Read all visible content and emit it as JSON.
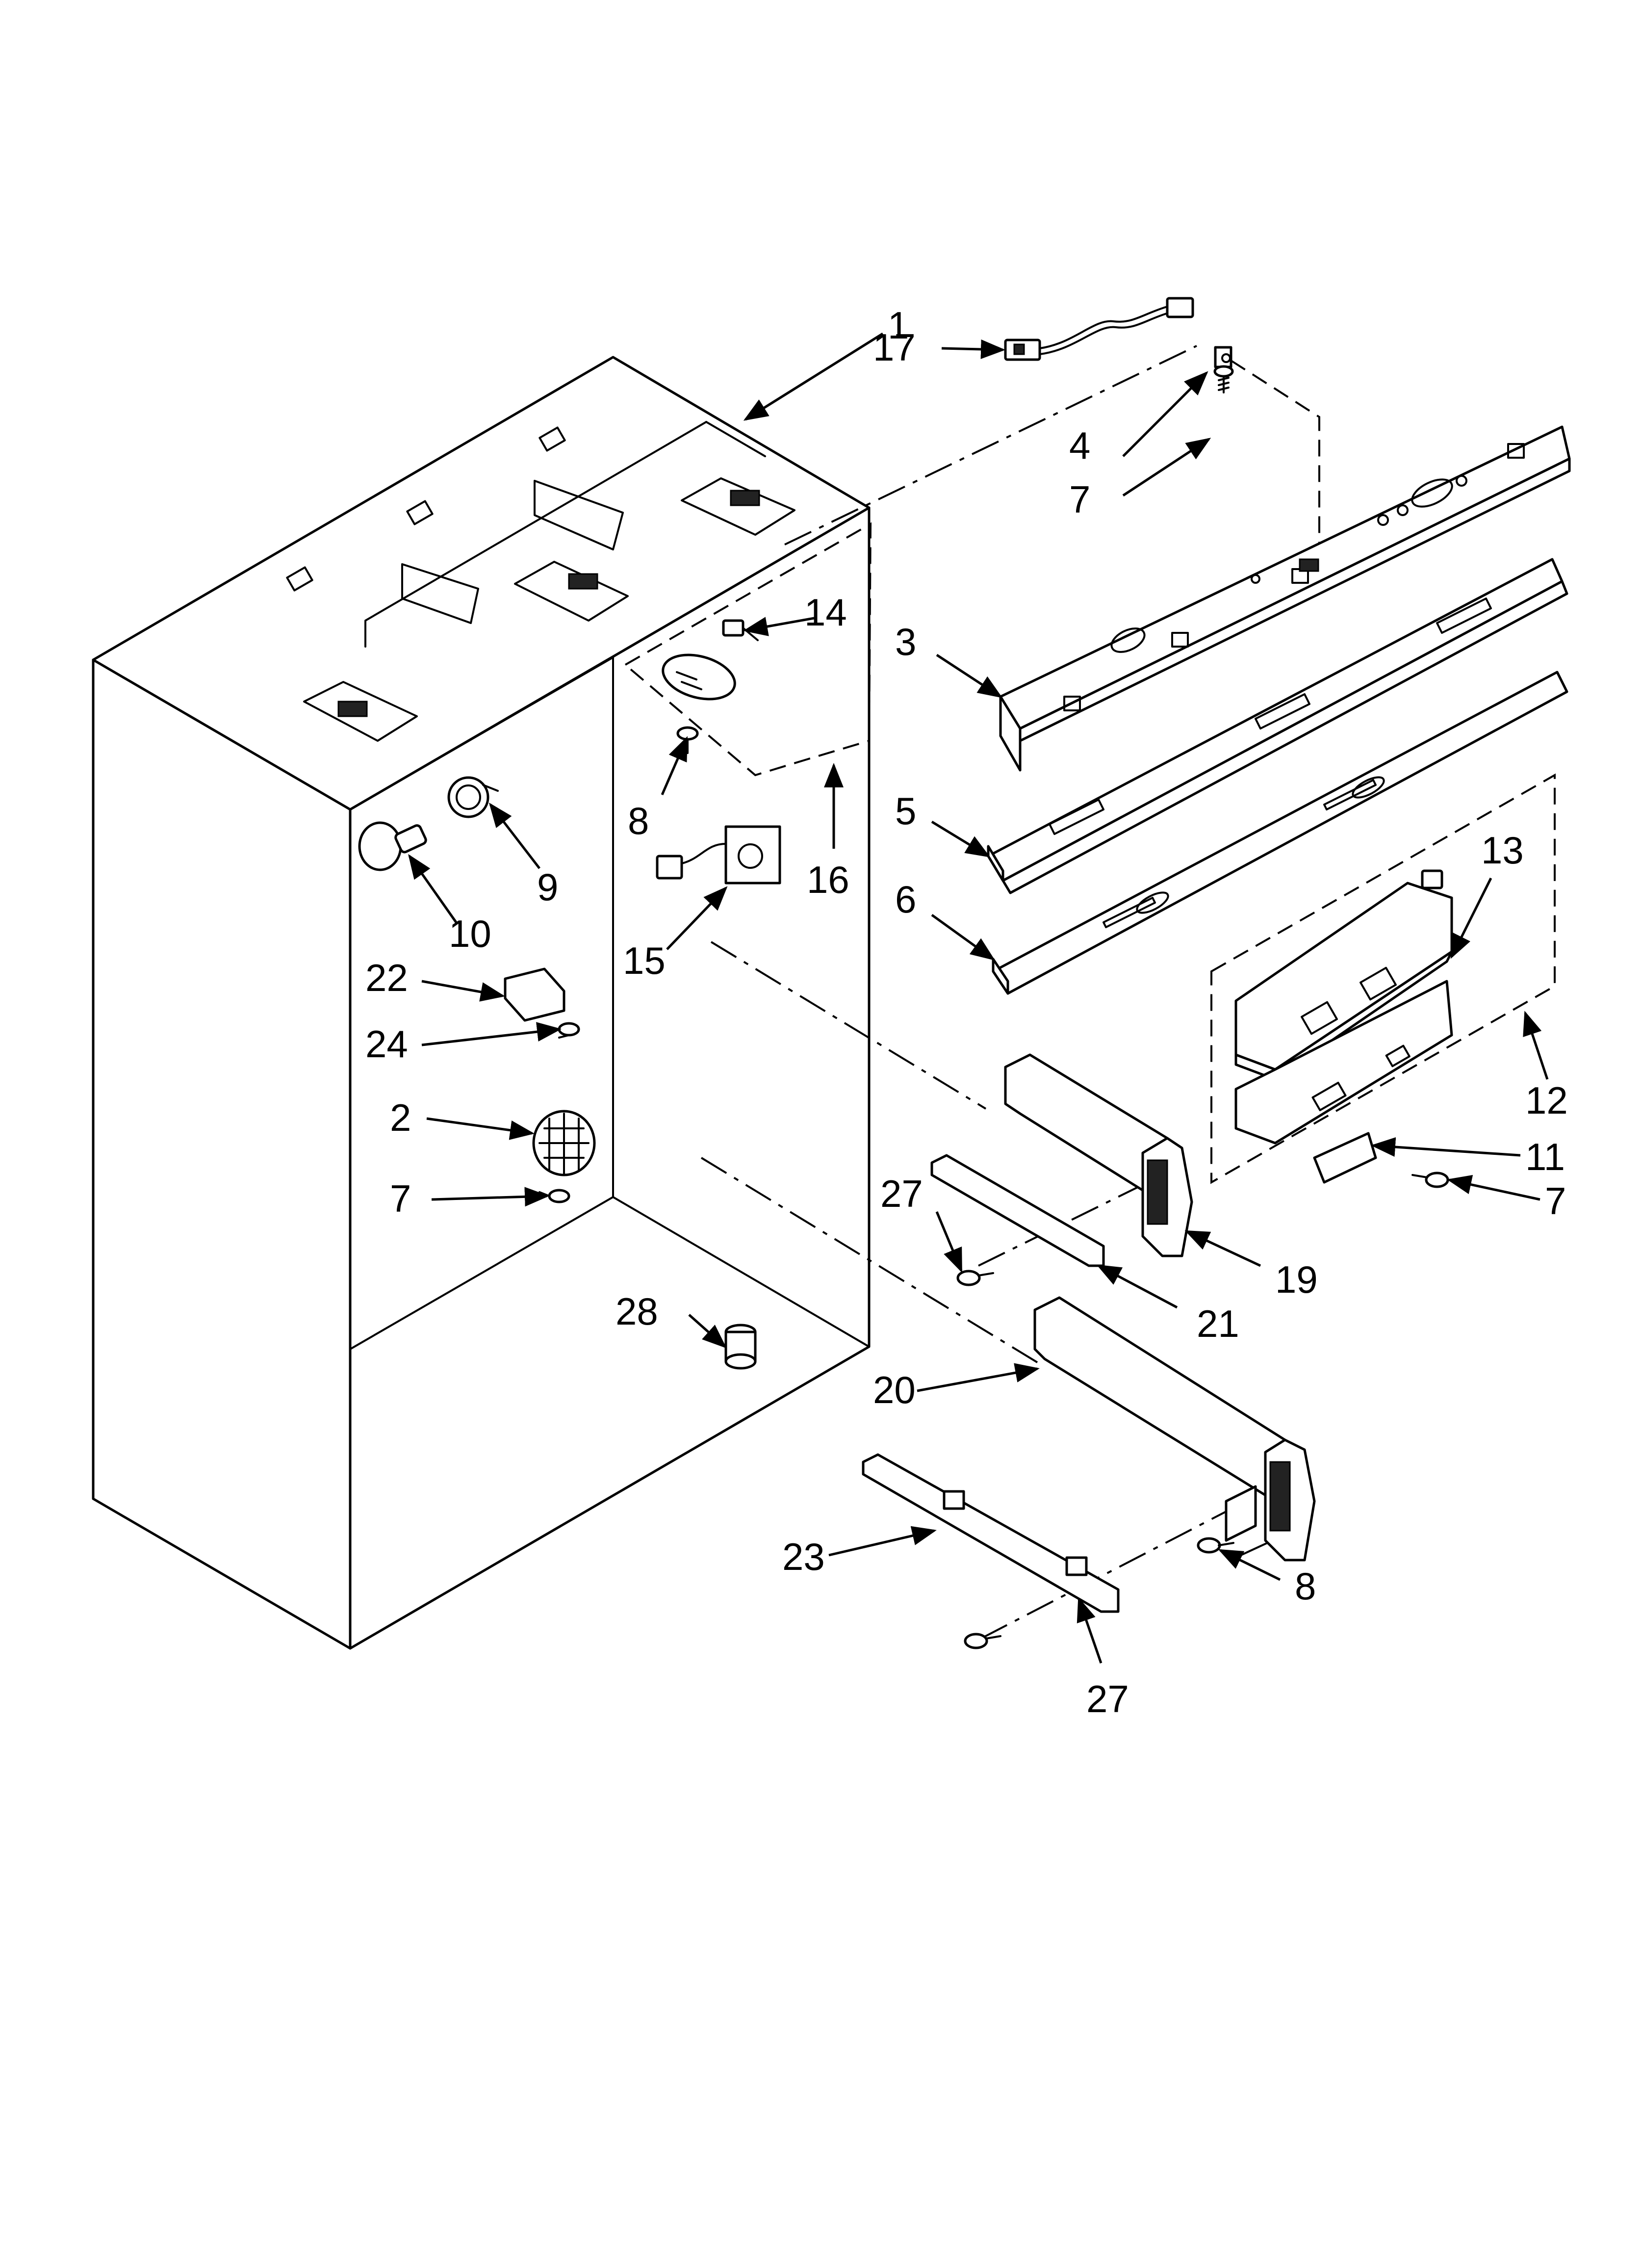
{
  "callouts": {
    "c1": "1",
    "c17": "17",
    "c4": "4",
    "c7a": "7",
    "c3": "3",
    "c14": "14",
    "c5": "5",
    "c8a": "8",
    "c16": "16",
    "c9": "9",
    "c10": "10",
    "c6": "6",
    "c13": "13",
    "c15": "15",
    "c22": "22",
    "c24": "24",
    "c12": "12",
    "c2": "2",
    "c11": "11",
    "c7b": "7",
    "c7c": "7",
    "c27a": "27",
    "c19": "19",
    "c21": "21",
    "c28": "28",
    "c20": "20",
    "c23": "23",
    "c8b": "8",
    "c27b": "27"
  }
}
